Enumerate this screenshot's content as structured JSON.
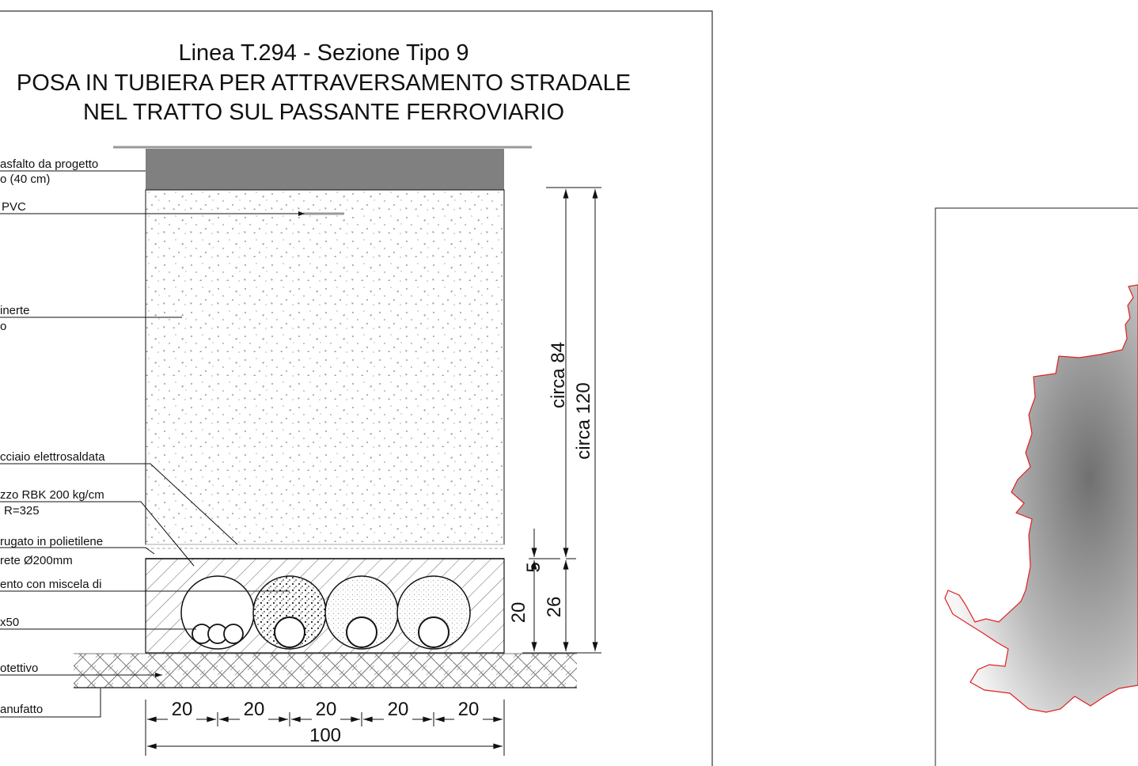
{
  "section": {
    "title_lines": [
      "Linea T.294 - Sezione Tipo 9",
      "POSA IN TUBIERA PER ATTRAVERSAMENTO STRADALE",
      "NEL TRATTO SUL PASSANTE FERROVIARIO"
    ],
    "labels": [
      "asfalto da progetto",
      "o (40 cm)",
      "PVC",
      "inerte",
      "o",
      "cciaio elettrosaldata",
      "zzo RBK 200 kg/cm",
      "R=325",
      "rugato in polietilene",
      "rete Ø200mm",
      "ento con miscela di",
      "x50",
      "otettivo",
      "anufatto"
    ],
    "dimensions": {
      "circa_84": "circa 84",
      "circa_120": "circa 120",
      "d5": "5",
      "d20v": "20",
      "d26": "26",
      "bottom": [
        "20",
        "20",
        "20",
        "20",
        "20"
      ],
      "total": "100"
    }
  },
  "colors": {
    "line": "#111111",
    "asphalt": "#808080",
    "fill_grey": "#9a9a9a",
    "boundary": "#e02020"
  }
}
